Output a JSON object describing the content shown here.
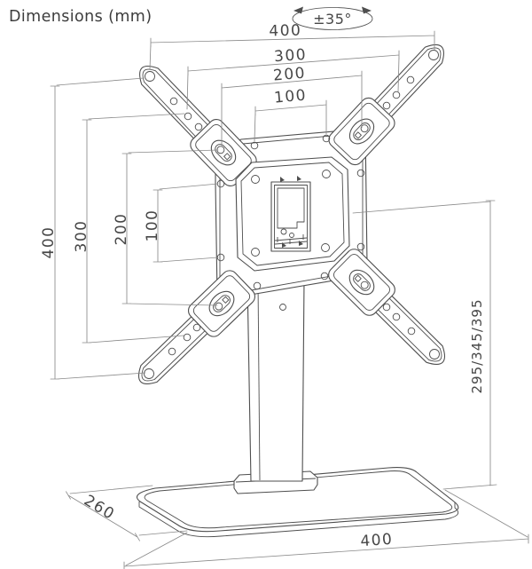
{
  "title": "Dimensions (mm)",
  "swivel_range": "±35°",
  "dimensions": {
    "vesa_width": [
      "400",
      "300",
      "200",
      "100"
    ],
    "vesa_height": [
      "400",
      "300",
      "200",
      "100"
    ],
    "height_options": "295/345/395",
    "base_depth": "260",
    "base_width": "400"
  },
  "colors": {
    "object_line": "#4e4e4e",
    "dimension_line": "#8a8a8a",
    "text": "#474747",
    "background": "#ffffff"
  }
}
